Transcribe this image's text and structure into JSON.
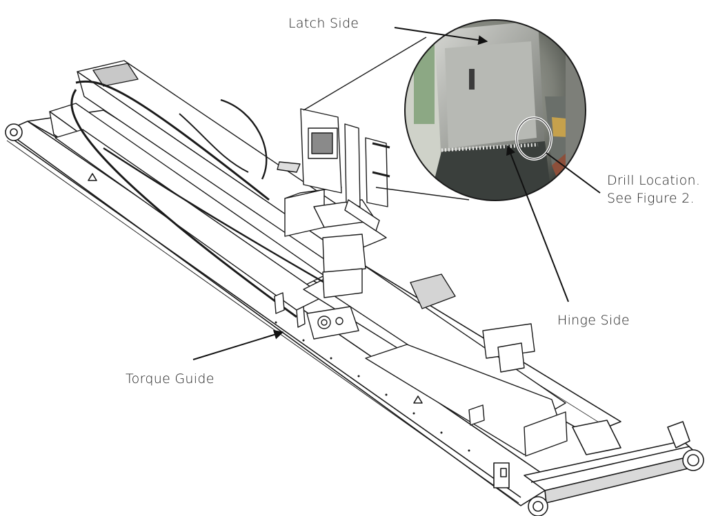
{
  "callouts": {
    "latch_side": "Latch Side",
    "drill_location_line1": "Drill Location.",
    "drill_location_line2": "See Figure 2.",
    "hinge_side": "Hinge Side",
    "torque_guide": "Torque Guide"
  },
  "colors": {
    "line": "#1a1a1a",
    "frame_fill": "#ffffff",
    "shaded_fill": "#c8c8c8",
    "photo_metal": "#9a9a96",
    "photo_dark": "#3a3f3c"
  }
}
